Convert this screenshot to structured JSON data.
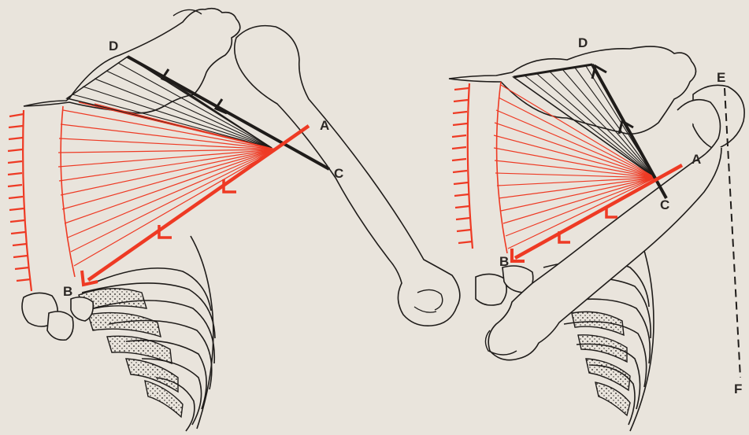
{
  "colors": {
    "paper": "#e9e4dc",
    "ink": "#1f1c1a",
    "red": "#ee3a24"
  },
  "left_figure": {
    "labels": {
      "a": "A",
      "b": "B",
      "c": "C",
      "d": "D"
    }
  },
  "right_figure": {
    "labels": {
      "a": "A",
      "b": "B",
      "c": "C",
      "d": "D",
      "e": "E",
      "f": "F"
    }
  }
}
